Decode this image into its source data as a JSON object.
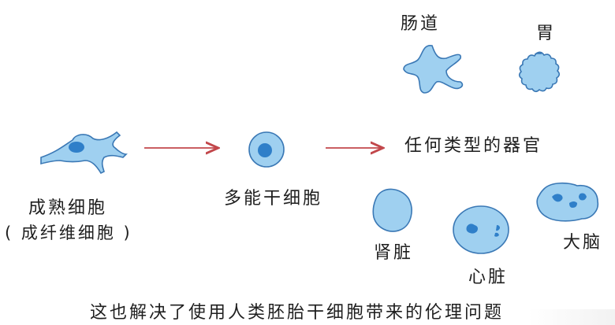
{
  "labels": {
    "fibroblast": "成熟细胞",
    "fibroblast_sub": "( 成纤维细胞 )",
    "pluripotent": "多能干细胞",
    "organs": "任何类型的器官",
    "intestine": "肠道",
    "stomach": "胃",
    "kidney": "肾脏",
    "heart": "心脏",
    "brain": "大脑",
    "caption": "这也解决了使用人类胚胎干细胞带来的伦理问题"
  },
  "colors": {
    "cell_fill": "#9fd0f0",
    "cell_stroke": "#3a78b5",
    "nucleus": "#2f7fc9",
    "arrow": "#c2474b",
    "text": "#1e1e1e"
  }
}
